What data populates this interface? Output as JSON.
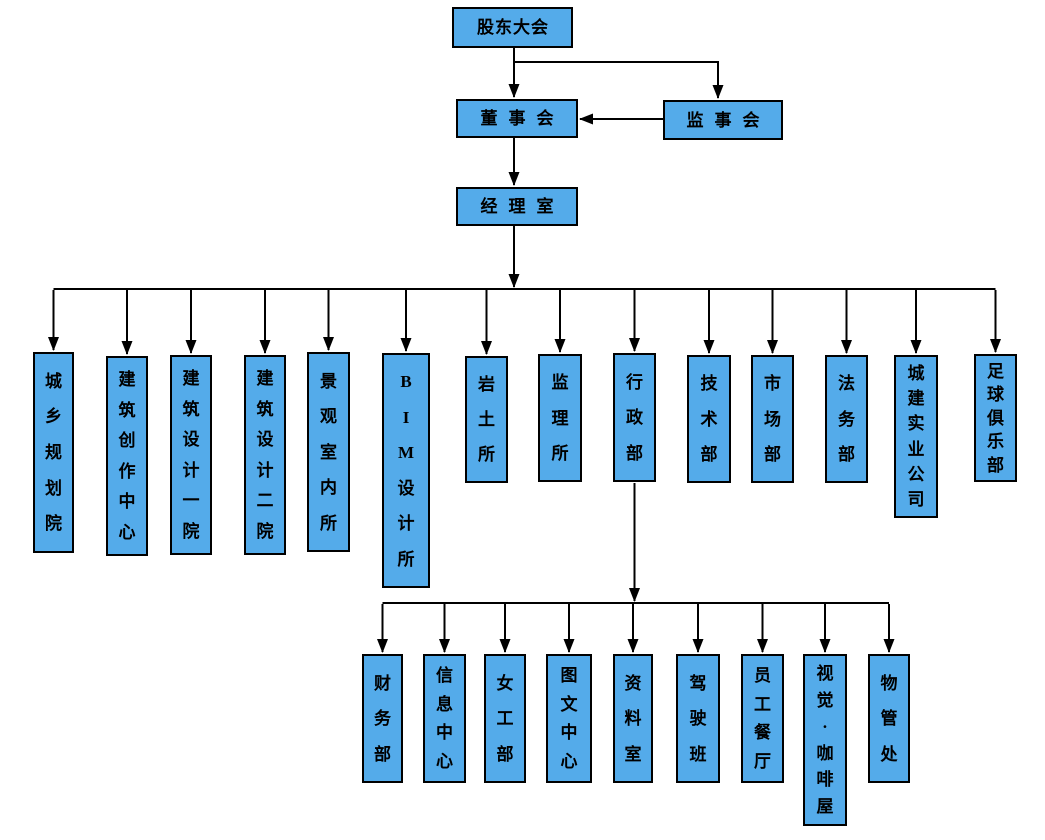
{
  "palette": {
    "box_fill": "#54ABEA",
    "box_border": "#000000",
    "line_color": "#000000",
    "text_color": "#000000"
  },
  "nodes": {
    "top": {
      "label": "股东大会"
    },
    "board": {
      "label": "董事会"
    },
    "supervisory": {
      "label": "监事会"
    },
    "manager": {
      "label": "经理室"
    },
    "level4": [
      {
        "label": "城乡规划院"
      },
      {
        "label": "建筑创作中心"
      },
      {
        "label": "建筑设计一院"
      },
      {
        "label": "建筑设计二院"
      },
      {
        "label": "景观室内所"
      },
      {
        "label": "BIM设计所"
      },
      {
        "label": "岩土所"
      },
      {
        "label": "监理所"
      },
      {
        "label": "行政部"
      },
      {
        "label": "技术部"
      },
      {
        "label": "市场部"
      },
      {
        "label": "法务部"
      },
      {
        "label": "城建实业公司"
      },
      {
        "label": "足球俱乐部"
      }
    ],
    "level5": [
      {
        "label": "财务部"
      },
      {
        "label": "信息中心"
      },
      {
        "label": "女工部"
      },
      {
        "label": "图文中心"
      },
      {
        "label": "资料室"
      },
      {
        "label": "驾驶班"
      },
      {
        "label": "员工餐厅"
      },
      {
        "label": "视觉·咖啡屋"
      },
      {
        "label": "物管处"
      }
    ]
  }
}
